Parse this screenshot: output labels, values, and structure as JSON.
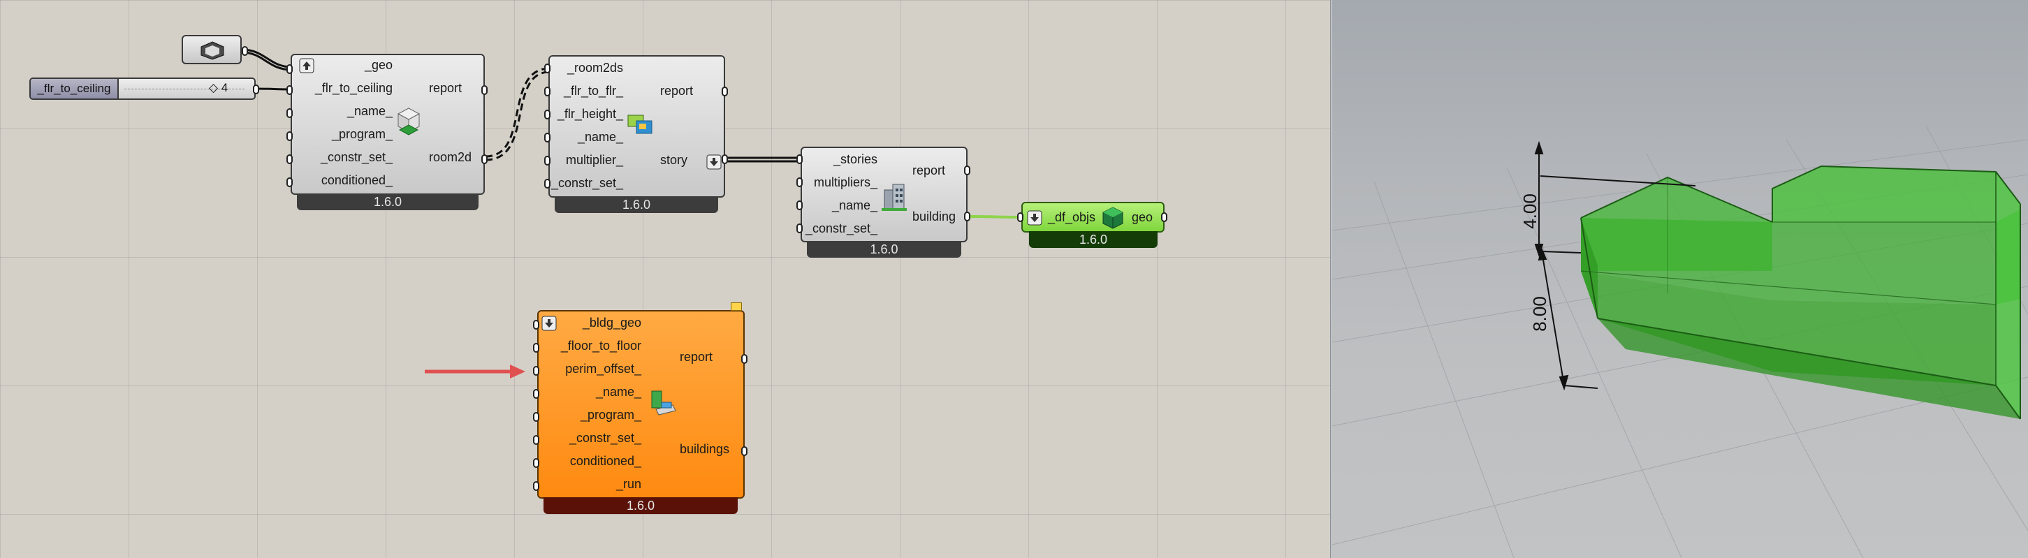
{
  "canvas": {
    "slider": {
      "name": "_flr_to_ceiling",
      "value": "4"
    },
    "components": {
      "room2d": {
        "inputs": [
          "_geo",
          "_flr_to_ceiling",
          "_name_",
          "_program_",
          "_constr_set_",
          "conditioned_"
        ],
        "outputs": [
          "report",
          "room2d"
        ],
        "version": "1.6.0"
      },
      "story": {
        "inputs": [
          "_room2ds",
          "_flr_to_flr_",
          "_flr_height_",
          "_name_",
          "multiplier_",
          "_constr_set_"
        ],
        "outputs": [
          "report",
          "story"
        ],
        "version": "1.6.0"
      },
      "building": {
        "inputs": [
          "_stories",
          "multipliers_",
          "_name_",
          "_constr_set_"
        ],
        "outputs": [
          "report",
          "building"
        ],
        "version": "1.6.0"
      },
      "visualize": {
        "inputs": [
          "_df_objs"
        ],
        "outputs": [
          "geo"
        ],
        "version": "1.6.0"
      },
      "building_from_solid": {
        "inputs": [
          "_bldg_geo",
          "_floor_to_floor",
          "perim_offset_",
          "_name_",
          "_program_",
          "_constr_set_",
          "conditioned_",
          "_run"
        ],
        "outputs": [
          "report",
          "buildings"
        ],
        "version": "1.6.0"
      }
    },
    "colors": {
      "canvas": "#d4d0c8",
      "orange": "#ff9a26",
      "green": "#8ee04a",
      "arrow": "#e05050"
    },
    "icons": [
      "geometry-param-icon",
      "room-icon",
      "story-icon",
      "building-icon",
      "visualize-icon",
      "solid-building-icon",
      "pointer-arrow-icon"
    ]
  },
  "viewport": {
    "dim_top": "4.00",
    "dim_bottom": "8.00",
    "colors": {
      "mass": "#3fbf30"
    }
  }
}
